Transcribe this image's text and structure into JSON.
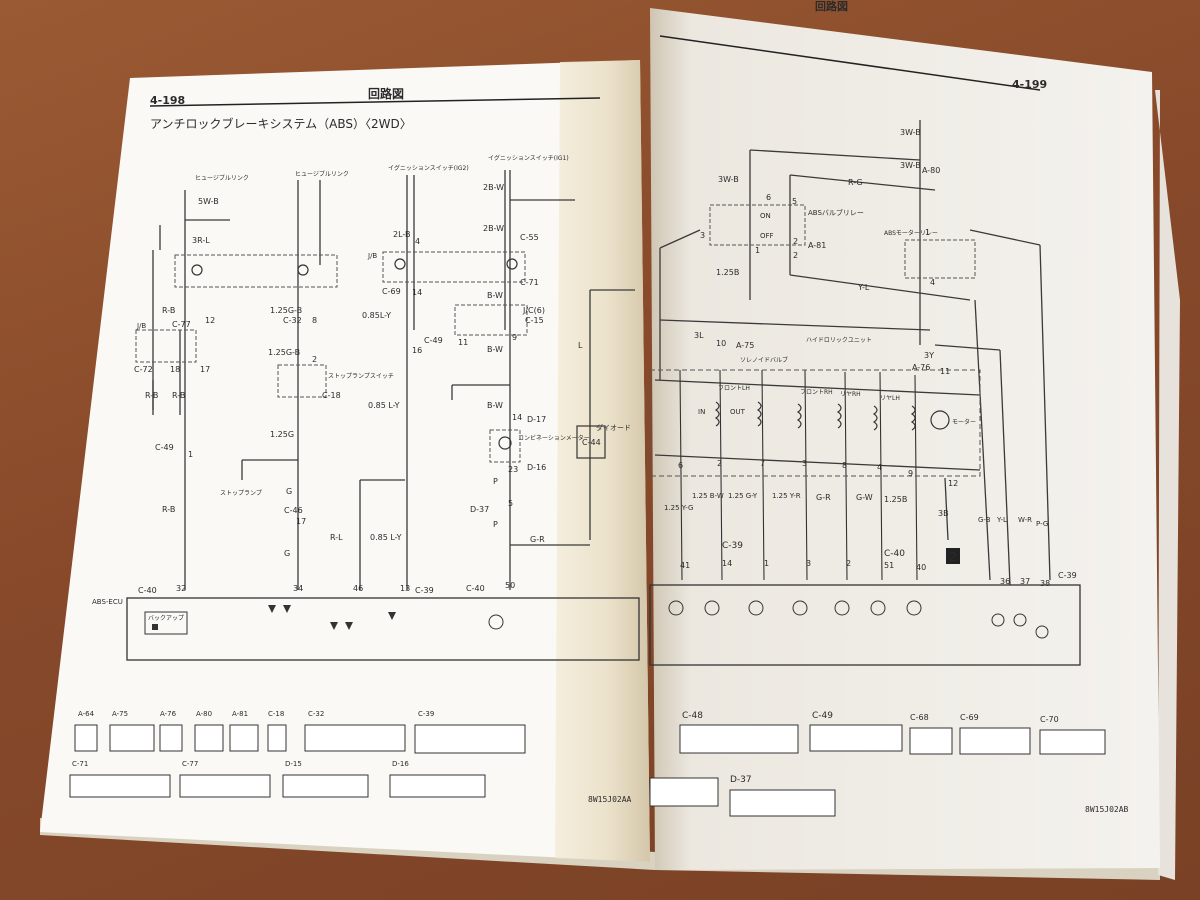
{
  "left_page": {
    "page_number": "4-198",
    "header": "回路図",
    "title": "アンチロックブレーキシステム（ABS）〈2WD〉",
    "footer_code": "8W15J02AA",
    "wire_labels": [
      "5W-B",
      "3R-L",
      "R-B",
      "R-B",
      "R-B",
      "R-B",
      "1.25G-B",
      "1.25G-B",
      "1.25G",
      "G",
      "G",
      "2L-B",
      "0.85L-Y",
      "0.85 L-Y",
      "0.85 L-Y",
      "R-L",
      "2B-W",
      "2B-W",
      "B-W",
      "B-W",
      "B-W",
      "P",
      "P",
      "G-R",
      "L"
    ],
    "pin_numbers": [
      "12",
      "18",
      "17",
      "1",
      "8",
      "2",
      "17",
      "4",
      "14",
      "16",
      "11",
      "9",
      "14",
      "23",
      "5",
      "32",
      "34",
      "46",
      "13",
      "50"
    ],
    "connector_refs": [
      "C-77",
      "C-72",
      "C-49",
      "C-32",
      "C-18",
      "C-46",
      "C-69",
      "C-55",
      "C-71",
      "C-49",
      "C-15",
      "D-17",
      "D-16",
      "D-37",
      "C-40",
      "C-39",
      "C-40"
    ],
    "component_labels": [
      "ヒュージブルリンク",
      "ヒュージブルリンク",
      "イグニッションスイッチ(IG2)",
      "イグニッションスイッチ(IG1)",
      "J/B",
      "J/B",
      "J/C(6)",
      "ストップランプスイッチ",
      "コンビネーションメーター",
      "ダイオード",
      "C-44",
      "ストップランプ",
      "ABS-ECU",
      "バックアップ"
    ],
    "legend_connectors": [
      "A-64",
      "A-75",
      "A-76",
      "A-80",
      "A-81",
      "C-18",
      "C-32",
      "C-39",
      "C-71",
      "C-77",
      "D-15",
      "D-16"
    ]
  },
  "right_page": {
    "page_number": "4-199",
    "header": "回路図",
    "footer_code": "8W15J02AB",
    "wire_labels": [
      "3W-B",
      "3W-B",
      "R-G",
      "3W-B",
      "1.25B",
      "2",
      "Y-L",
      "3L",
      "3Y",
      "1.25 Y-G",
      "1.25 B-W",
      "1.25 G-Y",
      "1.25 Y-R",
      "G-R",
      "G-W",
      "1.25B",
      "3B",
      "G-B",
      "Y-L",
      "W-R",
      "P-G"
    ],
    "pin_numbers": [
      "6",
      "5",
      "1",
      "2",
      "3",
      "4",
      "1",
      "10",
      "11",
      "6",
      "2",
      "7",
      "3",
      "8",
      "4",
      "9",
      "12",
      "41",
      "14",
      "1",
      "3",
      "2",
      "51",
      "40",
      "36",
      "37",
      "38"
    ],
    "connector_refs": [
      "A-81",
      "A-80",
      "A-75",
      "A-76",
      "C-39",
      "C-40",
      "C-39"
    ],
    "component_labels": [
      "ABSバルブリレー",
      "ABSモーターリレー",
      "ハイドロリックユニット",
      "ソレノイドバルブ",
      "フロントLH",
      "フロントRH",
      "リヤRH",
      "リヤLH",
      "モーター",
      "ON",
      "OFF",
      "IN",
      "OUT"
    ],
    "legend_connectors": [
      "C-48",
      "C-49",
      "C-68",
      "C-69",
      "C-70",
      "D-37"
    ],
    "ground_mark": "2"
  }
}
